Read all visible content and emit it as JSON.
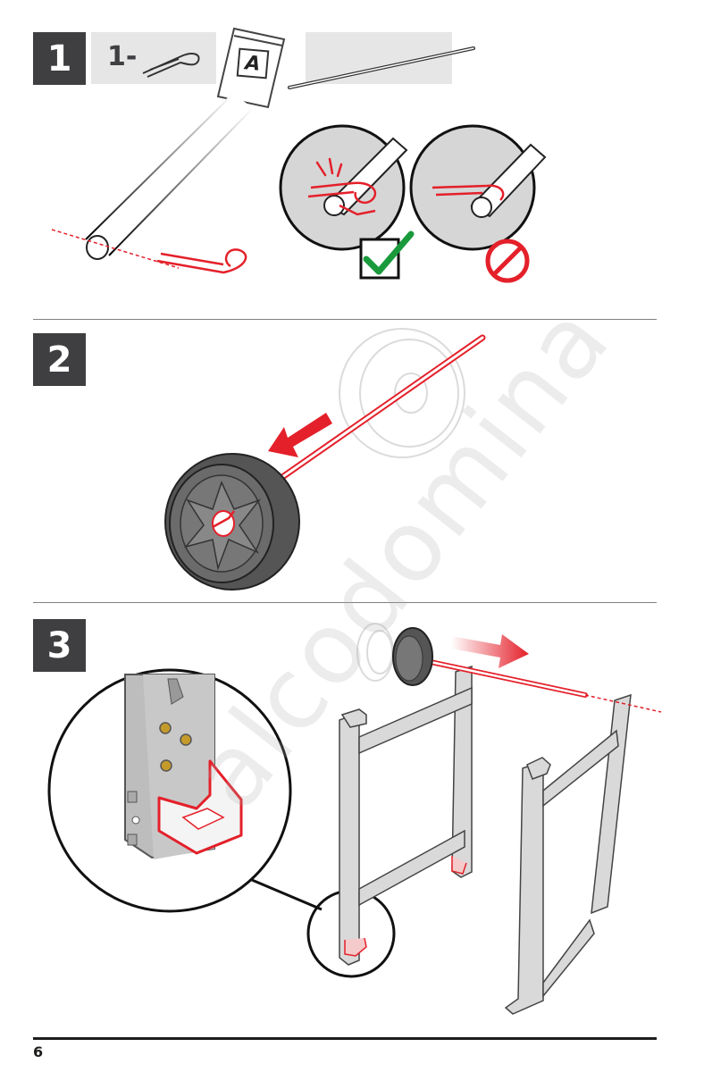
{
  "steps": [
    {
      "number": "1"
    },
    {
      "number": "2"
    },
    {
      "number": "3"
    }
  ],
  "step1": {
    "quantity": "1-",
    "bag_label": "A"
  },
  "footer": {
    "page_number": "6"
  },
  "colors": {
    "accent_red": "#e4202a",
    "check_green": "#1a9a3c",
    "badge_gray": "#3f3f41"
  },
  "watermark": "alcodomina"
}
